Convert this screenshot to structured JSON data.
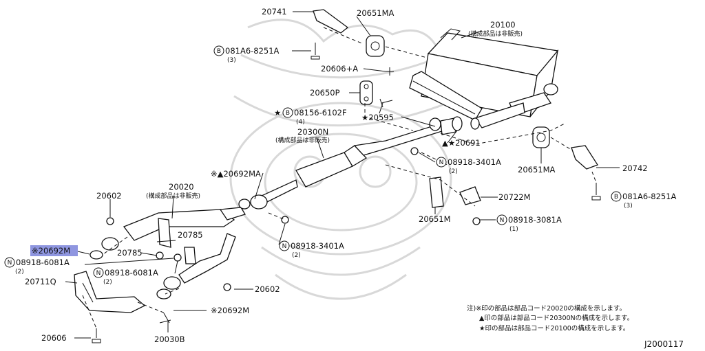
{
  "diagram": {
    "title_code": "J2000117",
    "notes": [
      "注)※印の部品は部品コード20020の構成を示します。",
      "▲印の部品は部品コード20300Nの構成を示します。",
      "★印の部品は部品コード20100の構成を示します。"
    ],
    "parts": {
      "p20741": "20741",
      "p20651MA_top": "20651MA",
      "p20100": "20100",
      "p20100_sub": "(構成部品は非販売)",
      "b081A6_top": "081A6-8251A",
      "b081A6_top_qty": "(3)",
      "p20606A": "20606+A",
      "p20650P": "20650P",
      "b08156": "★ 08156-6102F",
      "b08156_qty": "(4)",
      "p20595": "★20595",
      "p20300N": "20300N",
      "p20300N_sub": "(構成部品は非販売)",
      "p20691": "▲★20691",
      "n08918_3401A_r": "08918-3401A",
      "n08918_3401A_r_qty": "(2)",
      "p20651MA_r": "20651MA",
      "p20742": "20742",
      "b081A6_r": "081A6-8251A",
      "b081A6_r_qty": "(3)",
      "p20692MA": "※▲20692MA",
      "p20722M": "20722M",
      "p20651M": "20651M",
      "n08918_3081A": "08918-3081A",
      "n08918_3081A_qty": "(1)",
      "p20602_top": "20602",
      "p20020": "20020",
      "p20020_sub": "(構成部品は非販売)",
      "n08918_3401A_c": "08918-3401A",
      "n08918_3401A_c_qty": "(2)",
      "p20692M_hl": "※20692M",
      "p20785_a": "20785",
      "p20785_b": "20785",
      "n08918_6081A_l": "08918-6081A",
      "n08918_6081A_l_qty": "(2)",
      "n08918_6081A_c": "08918-6081A",
      "n08918_6081A_c_qty": "(2)",
      "p20711Q": "20711Q",
      "p20602_bot": "20602",
      "p20692M_bot": "※20692M",
      "p20606": "20606",
      "p20030B": "20030B"
    },
    "symbols": {
      "bolt": "B",
      "nut": "N"
    },
    "highlight_color": "#8f96e0"
  }
}
